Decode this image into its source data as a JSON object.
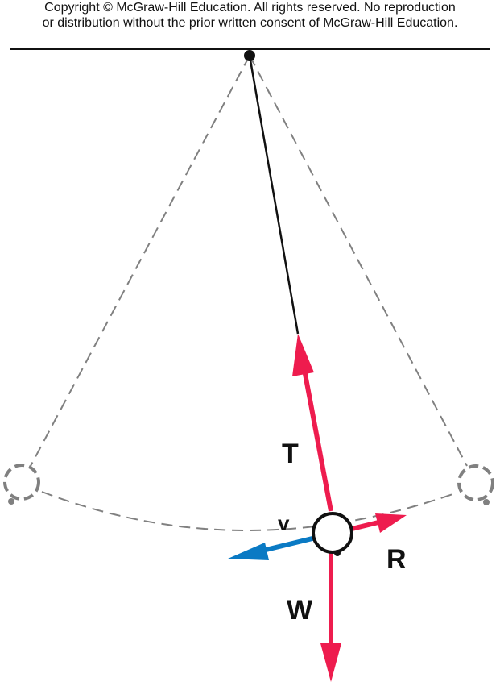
{
  "copyright": {
    "line1": "Copyright © McGraw-Hill Education.  All rights reserved. No reproduction",
    "line2": "or distribution without the prior written consent of McGraw-Hill Education."
  },
  "labels": {
    "tension": "T",
    "velocity": "v",
    "resistance": "R",
    "weight": "W"
  },
  "colors": {
    "force_vector": "#ee1c4e",
    "velocity_vector": "#0a7ac4",
    "string": "#111111",
    "path_dashed": "#808080"
  }
}
